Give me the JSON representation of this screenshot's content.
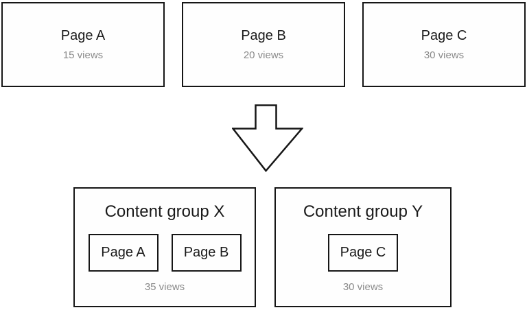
{
  "diagram": {
    "source_pages": [
      {
        "title": "Page A",
        "views": "15 views"
      },
      {
        "title": "Page B",
        "views": "20 views"
      },
      {
        "title": "Page C",
        "views": "30 views"
      }
    ],
    "groups": [
      {
        "title": "Content group X",
        "pages": [
          {
            "label": "Page A"
          },
          {
            "label": "Page B"
          }
        ],
        "views": "35 views"
      },
      {
        "title": "Content group Y",
        "pages": [
          {
            "label": "Page C"
          }
        ],
        "views": "30 views"
      }
    ],
    "icons": {
      "arrow": "down-arrow-icon"
    },
    "colors": {
      "border": "#161616",
      "text": "#1a1a1a",
      "muted_text": "#8a8a8a",
      "background": "#ffffff"
    }
  }
}
